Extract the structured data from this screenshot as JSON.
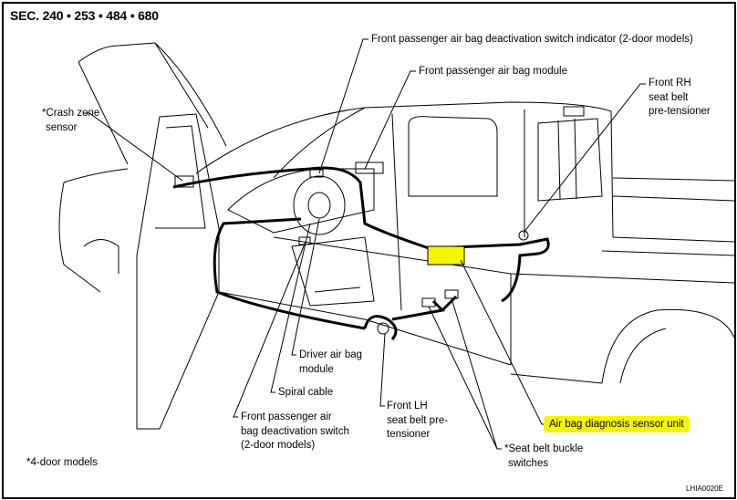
{
  "title": "SEC. 240 • 253 • 484 • 680",
  "labels": {
    "deact_indicator": "Front passenger air bag deactivation switch indicator (2-door models)",
    "pass_module": "Front passenger air bag module",
    "rh_pretensioner": [
      "Front RH",
      "seat belt",
      "pre-tensioner"
    ],
    "crash_zone": [
      "*Crash zone",
      "sensor"
    ],
    "driver_module": [
      "Driver air bag",
      "module"
    ],
    "spiral_cable": "Spiral cable",
    "deact_switch": [
      "Front passenger air",
      "bag deactivation switch",
      "(2-door models)"
    ],
    "lh_pretensioner": [
      "Front LH",
      "seat belt pre-",
      "tensioner"
    ],
    "diag_unit": "Air bag diagnosis sensor unit",
    "buckle_switches": [
      "*Seat belt buckle",
      "switches"
    ]
  },
  "footnote": "*4-door models",
  "figure_code": "LHIA0020E",
  "colors": {
    "highlight": "#f6f500"
  }
}
